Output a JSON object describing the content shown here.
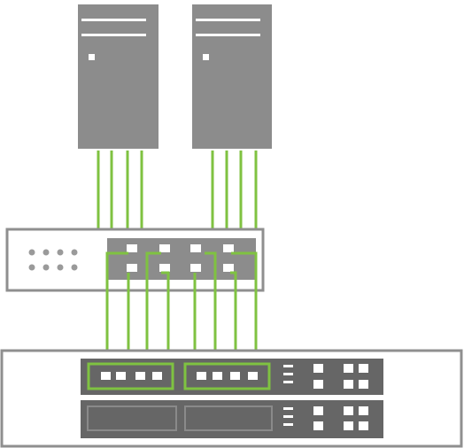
{
  "diagram": {
    "servers": [
      {
        "id": "server-1",
        "cable_count": 4
      },
      {
        "id": "server-2",
        "cable_count": 4
      }
    ],
    "middle_switch": {
      "status_led_rows": 2,
      "status_led_columns": 4,
      "port_rows": 2,
      "ports_per_row": 4
    },
    "chassis": {
      "modules": 2,
      "port_groups_highlighted": 2,
      "ports_per_group": 4
    },
    "link_count": 8,
    "colors": {
      "server": "#8c8c8c",
      "device_dark": "#666666",
      "outline": "#8f8f8f",
      "cable": "#7fc241",
      "port": "#ffffff"
    }
  }
}
